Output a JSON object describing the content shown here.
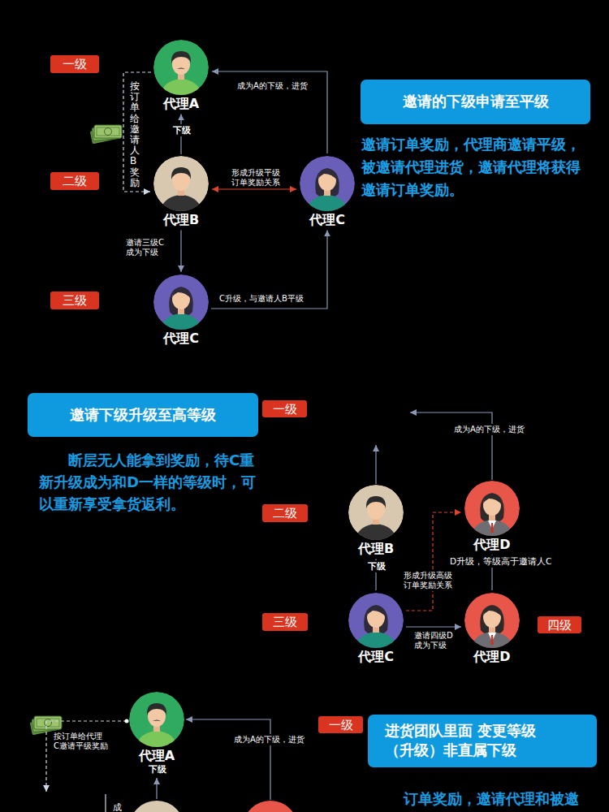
{
  "diagram": {
    "nodes": [
      {
        "text": [
          "一级"
        ]
      },
      {
        "text": [
          "代理A"
        ]
      },
      {
        "text": [
          "邀请的下级申请至平级"
        ]
      },
      {
        "text": [
          "二级"
        ]
      },
      {
        "text": [
          "代理B"
        ]
      },
      {
        "text": [
          "代理C"
        ]
      },
      {
        "text": [
          "三级"
        ]
      },
      {
        "text": [
          "代理C"
        ]
      },
      {
        "text": [
          "邀请下级升级至高等级"
        ]
      },
      {
        "text": [
          "一级"
        ]
      },
      {
        "text": [
          "二级"
        ]
      },
      {
        "text": [
          "代理B"
        ]
      },
      {
        "text": [
          "代理D"
        ]
      },
      {
        "text": [
          "三级"
        ]
      },
      {
        "text": [
          "代理C"
        ]
      },
      {
        "text": [
          "代理D"
        ]
      },
      {
        "text": [
          "四级"
        ]
      },
      {
        "text": [
          "代理A"
        ]
      },
      {
        "text": [
          "一级"
        ]
      },
      {
        "text": [
          "进货团队里面 变更等级（升级）非直属下级"
        ]
      }
    ],
    "edges": [
      {
        "from": 4,
        "to": 1,
        "arrow": "to",
        "label": "下级"
      },
      {
        "from": 1,
        "to": 4,
        "arrow": "to",
        "label": "按订单给邀请人B奖励"
      },
      {
        "from": 4,
        "to": 5,
        "arrow": "both",
        "label": "形成升级平级 订单奖励关系"
      },
      {
        "from": 4,
        "to": 7,
        "arrow": "to",
        "label": "邀请三级C 成为下级"
      },
      {
        "from": 7,
        "to": 5,
        "arrow": "to",
        "label": "C升级，与邀请人B平级"
      },
      {
        "from": 5,
        "to": 1,
        "arrow": "to",
        "label": "成为A的下级，进货"
      },
      {
        "from": 14,
        "to": 11,
        "arrow": "to",
        "label": "下级"
      },
      {
        "from": 14,
        "to": 12,
        "arrow": "to",
        "label": "形成升级高级 订单奖励关系"
      },
      {
        "from": 14,
        "to": 15,
        "arrow": "to",
        "label": "邀请四级D 成为下级"
      },
      {
        "from": 15,
        "to": 12,
        "arrow": "to",
        "label": "D升级，等级高于邀请人C"
      }
    ],
    "labels": [
      "邀请订单奖励，代理商邀请平级，被邀请代理进货，邀请代理将获得邀请订单奖励。",
      "断层无人能拿到奖励，待C重新升级成为和D一样的等级时，可以重新享受拿货返利。",
      "成为A的下级，进货",
      "按订单给代理 C邀请平级奖励",
      "成为A的下级，进货",
      "下级",
      "成",
      "订单奖励，邀请代理和被邀"
    ]
  }
}
